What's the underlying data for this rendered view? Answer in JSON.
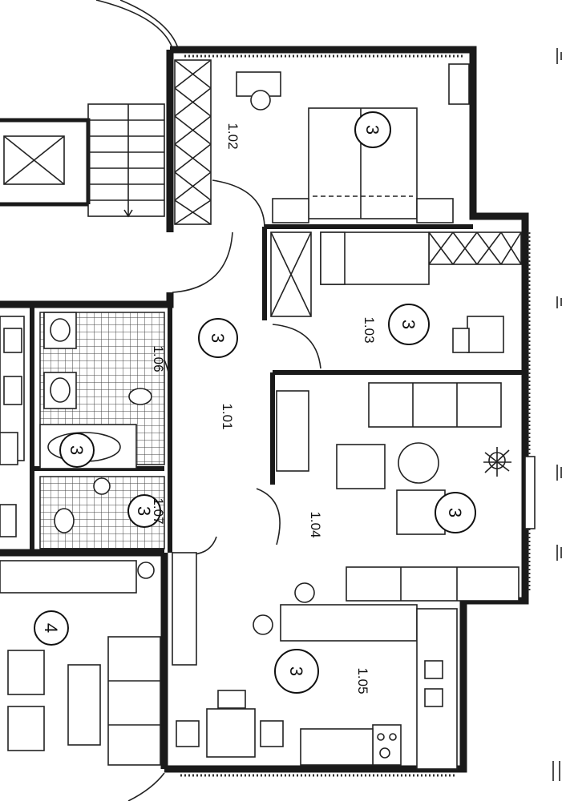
{
  "rooms": [
    {
      "id": "1.01",
      "label": "1.01"
    },
    {
      "id": "1.02",
      "label": "1.02"
    },
    {
      "id": "1.03",
      "label": "1.03"
    },
    {
      "id": "1.04",
      "label": "1.04"
    },
    {
      "id": "1.05",
      "label": "1.05"
    },
    {
      "id": "1.06",
      "label": "1.06"
    },
    {
      "id": "1.07",
      "label": "1.07"
    }
  ],
  "markers": [
    {
      "label": "3"
    },
    {
      "label": "3"
    },
    {
      "label": "3"
    },
    {
      "label": "3"
    },
    {
      "label": "3"
    },
    {
      "label": "3"
    },
    {
      "label": "3"
    },
    {
      "label": "4"
    }
  ]
}
